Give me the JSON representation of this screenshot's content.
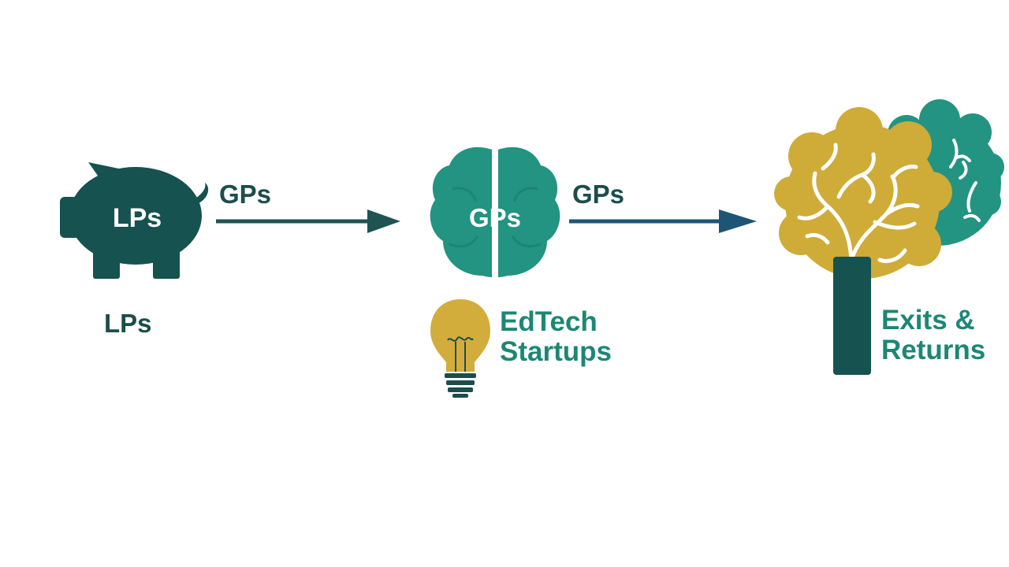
{
  "nodes": {
    "lps": {
      "icon": "piggy-bank-icon",
      "icon_text": "LPs",
      "caption": "LPs"
    },
    "gps": {
      "icon": "brain-icon",
      "icon_text": "GPs"
    },
    "startups": {
      "icon": "lightbulb-icon",
      "caption_line1": "EdTech",
      "caption_line2": "Startups"
    },
    "exits": {
      "icon": "tree-icon",
      "caption_line1": "Exits &",
      "caption_line2": "Returns"
    }
  },
  "arrows": [
    {
      "label": "GPs",
      "color": "#1f5452"
    },
    {
      "label": "GPs",
      "color": "#1c5576"
    }
  ],
  "colors": {
    "dark_teal": "#16524f",
    "brain_teal": "#229481",
    "caption_teal": "#1c8775",
    "gold": "#cfab38",
    "bulb_gold": "#d2ad3c",
    "base_dark": "#1b4d4c"
  }
}
